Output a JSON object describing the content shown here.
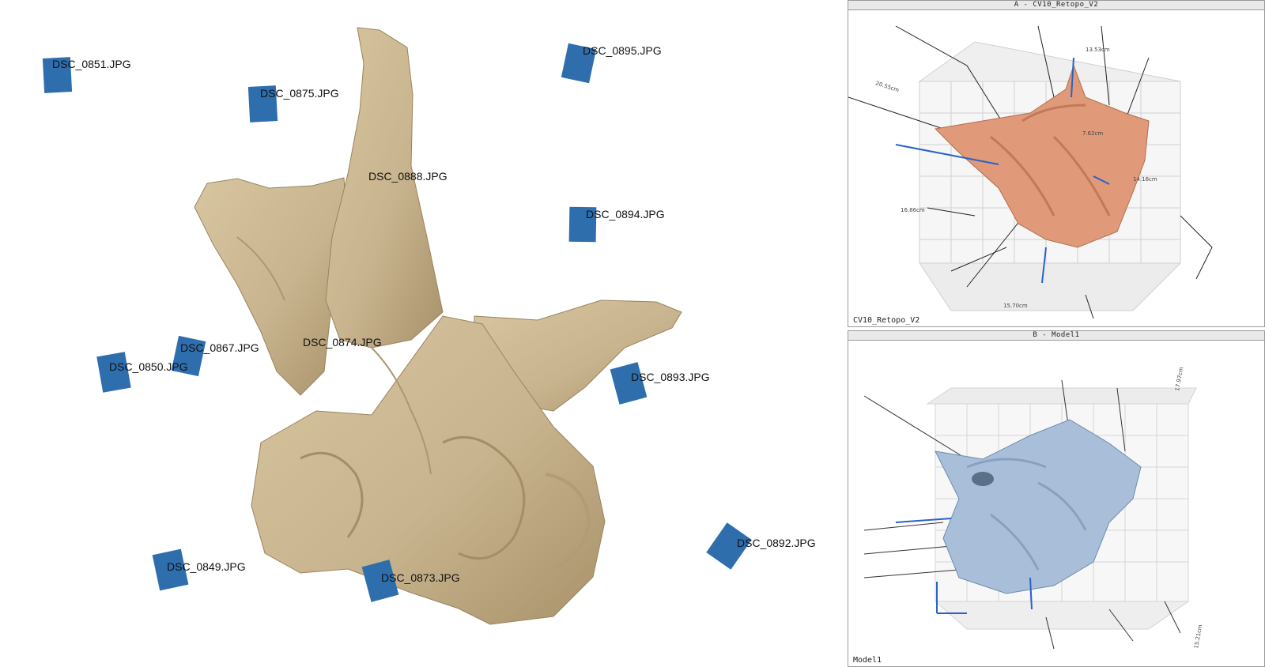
{
  "scene": {
    "model_color": "#c8b48e",
    "camera_color": "#2e6ead",
    "cameras": [
      {
        "label": "DSC_0851.JPG",
        "rotate": -3
      },
      {
        "label": "DSC_0875.JPG",
        "rotate": -3
      },
      {
        "label": "DSC_0895.JPG",
        "rotate": 12
      },
      {
        "label": "DSC_0894.JPG",
        "rotate": 1
      },
      {
        "label": "DSC_0888.JPG"
      },
      {
        "label": "DSC_0874.JPG"
      },
      {
        "label": "DSC_0867.JPG",
        "rotate": 12
      },
      {
        "label": "DSC_0850.JPG",
        "rotate": -10
      },
      {
        "label": "DSC_0893.JPG",
        "rotate": -15
      },
      {
        "label": "DSC_0849.JPG",
        "rotate": -12
      },
      {
        "label": "DSC_0873.JPG",
        "rotate": -15
      },
      {
        "label": "DSC_0892.JPG",
        "rotate": 35
      }
    ]
  },
  "view_a": {
    "title": "A - CV10_Retopo_V2",
    "footer": "CV10_Retopo_V2",
    "model_color": "#e09a7a",
    "dimensions": [
      "20.55cm",
      "7.62cm",
      "14.16cm",
      "16.86cm",
      "15.70cm",
      "13.53cm"
    ]
  },
  "view_b": {
    "title": "B - Model1",
    "footer": "Model1",
    "model_color": "#a9bfd9",
    "dimensions": [
      "17.97cm",
      "15.21cm"
    ]
  }
}
